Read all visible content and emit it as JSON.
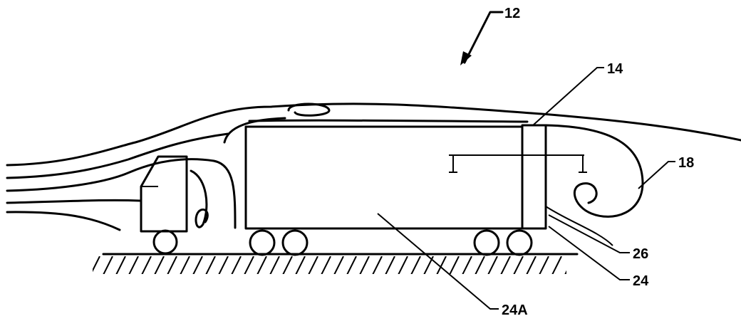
{
  "labels": {
    "assembly": "12",
    "flow_device": "14",
    "vortex": "18",
    "trailer_end": "24",
    "trailer_body": "24A",
    "mesh_panel": "26"
  },
  "colors": {
    "ink": "#000000",
    "background": "#ffffff"
  }
}
